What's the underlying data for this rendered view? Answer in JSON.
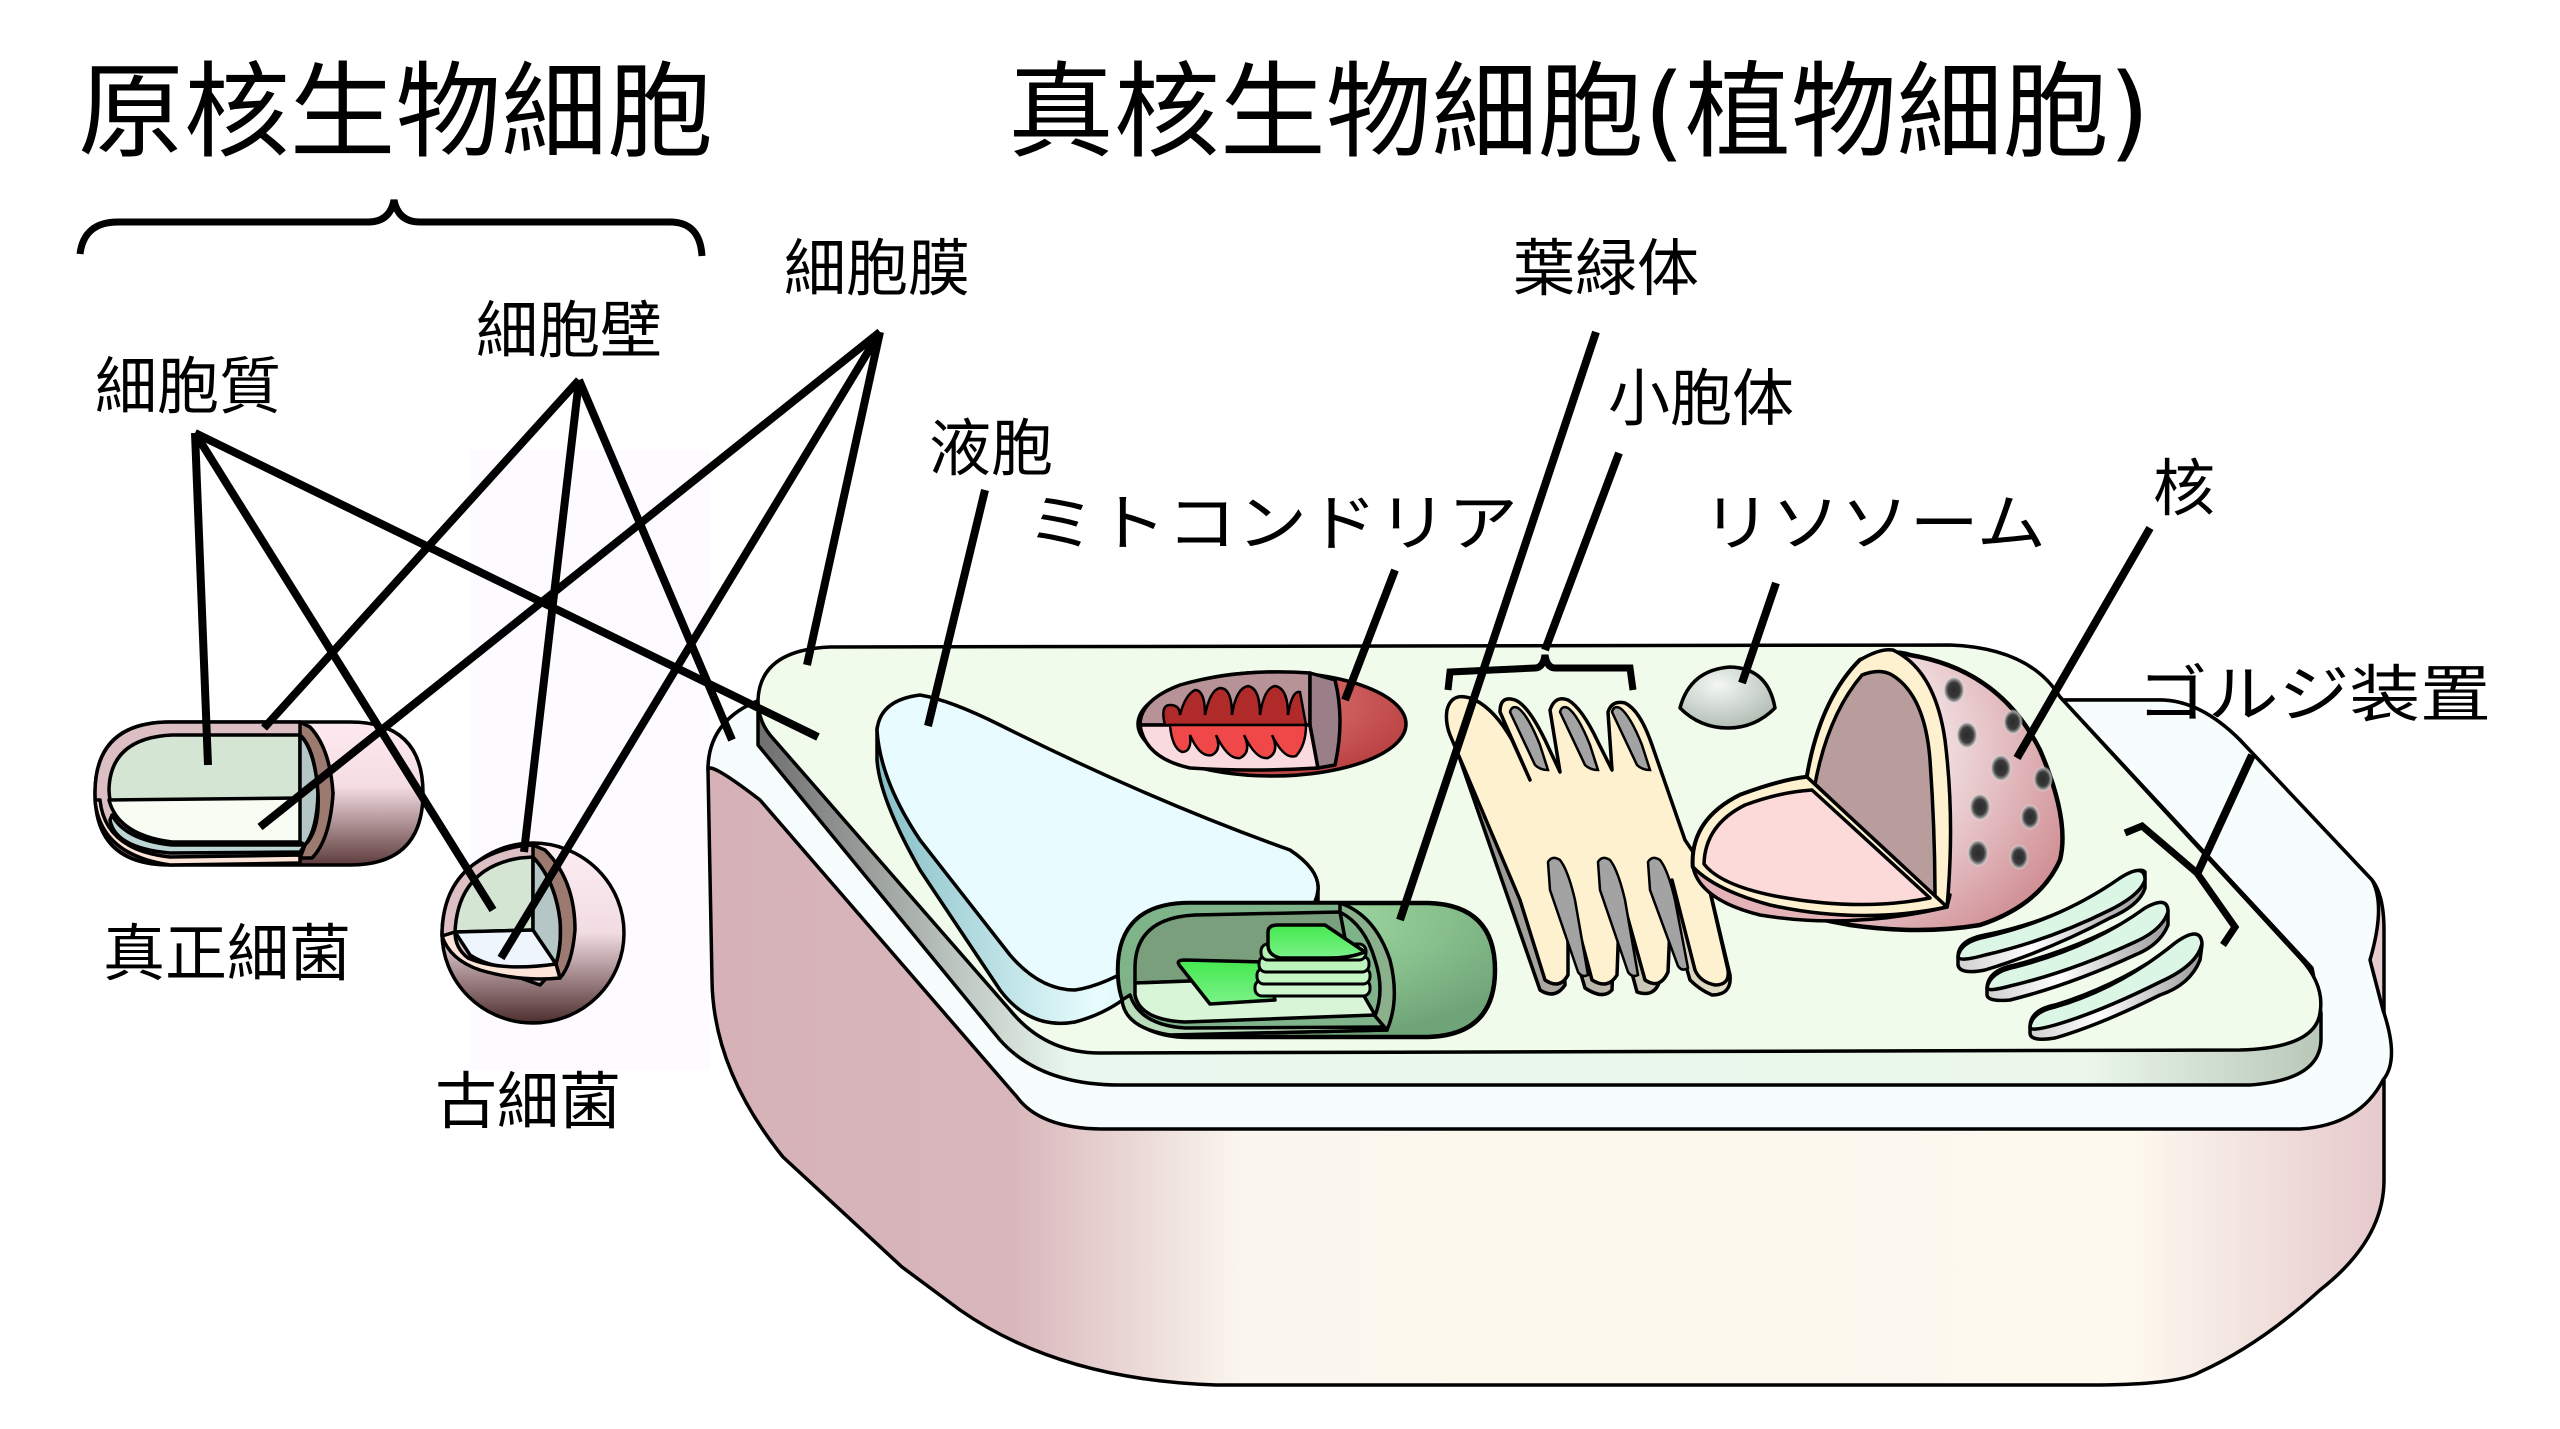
{
  "titles": {
    "prokaryote": "原核生物細胞",
    "eukaryote": "真核生物細胞(植物細胞)"
  },
  "labels": {
    "cytoplasm": "細胞質",
    "cell_wall": "細胞壁",
    "cell_membrane": "細胞膜",
    "vacuole": "液胞",
    "mitochondria": "ミトコンドリア",
    "chloroplast": "葉緑体",
    "endoplasmic_reticulum": "小胞体",
    "lysosome": "リソソーム",
    "nucleus": "核",
    "golgi": "ゴルジ装置",
    "bacteria": "真正細菌",
    "archaea": "古細菌"
  },
  "colors": {
    "cytoplasm": "#f1fbeb",
    "cell_wall_side": "#d8b4ba",
    "cell_wall_top": "#f7fcfc",
    "vacuole": "#e8fbfe",
    "mitochondria": "#d55c5c",
    "chloroplast": "#8fd08f",
    "grana": "#3de04a",
    "er": "#fdf1cf",
    "nucleus": "#f7dada",
    "nucleoplasm_cut": "#b99c9c",
    "lysosome": "#d3ddd5",
    "golgi": "#dcf6e6",
    "bacteria_shell": "#e8c8cc",
    "bacteria_cytoplasm": "#d5e5d4"
  }
}
